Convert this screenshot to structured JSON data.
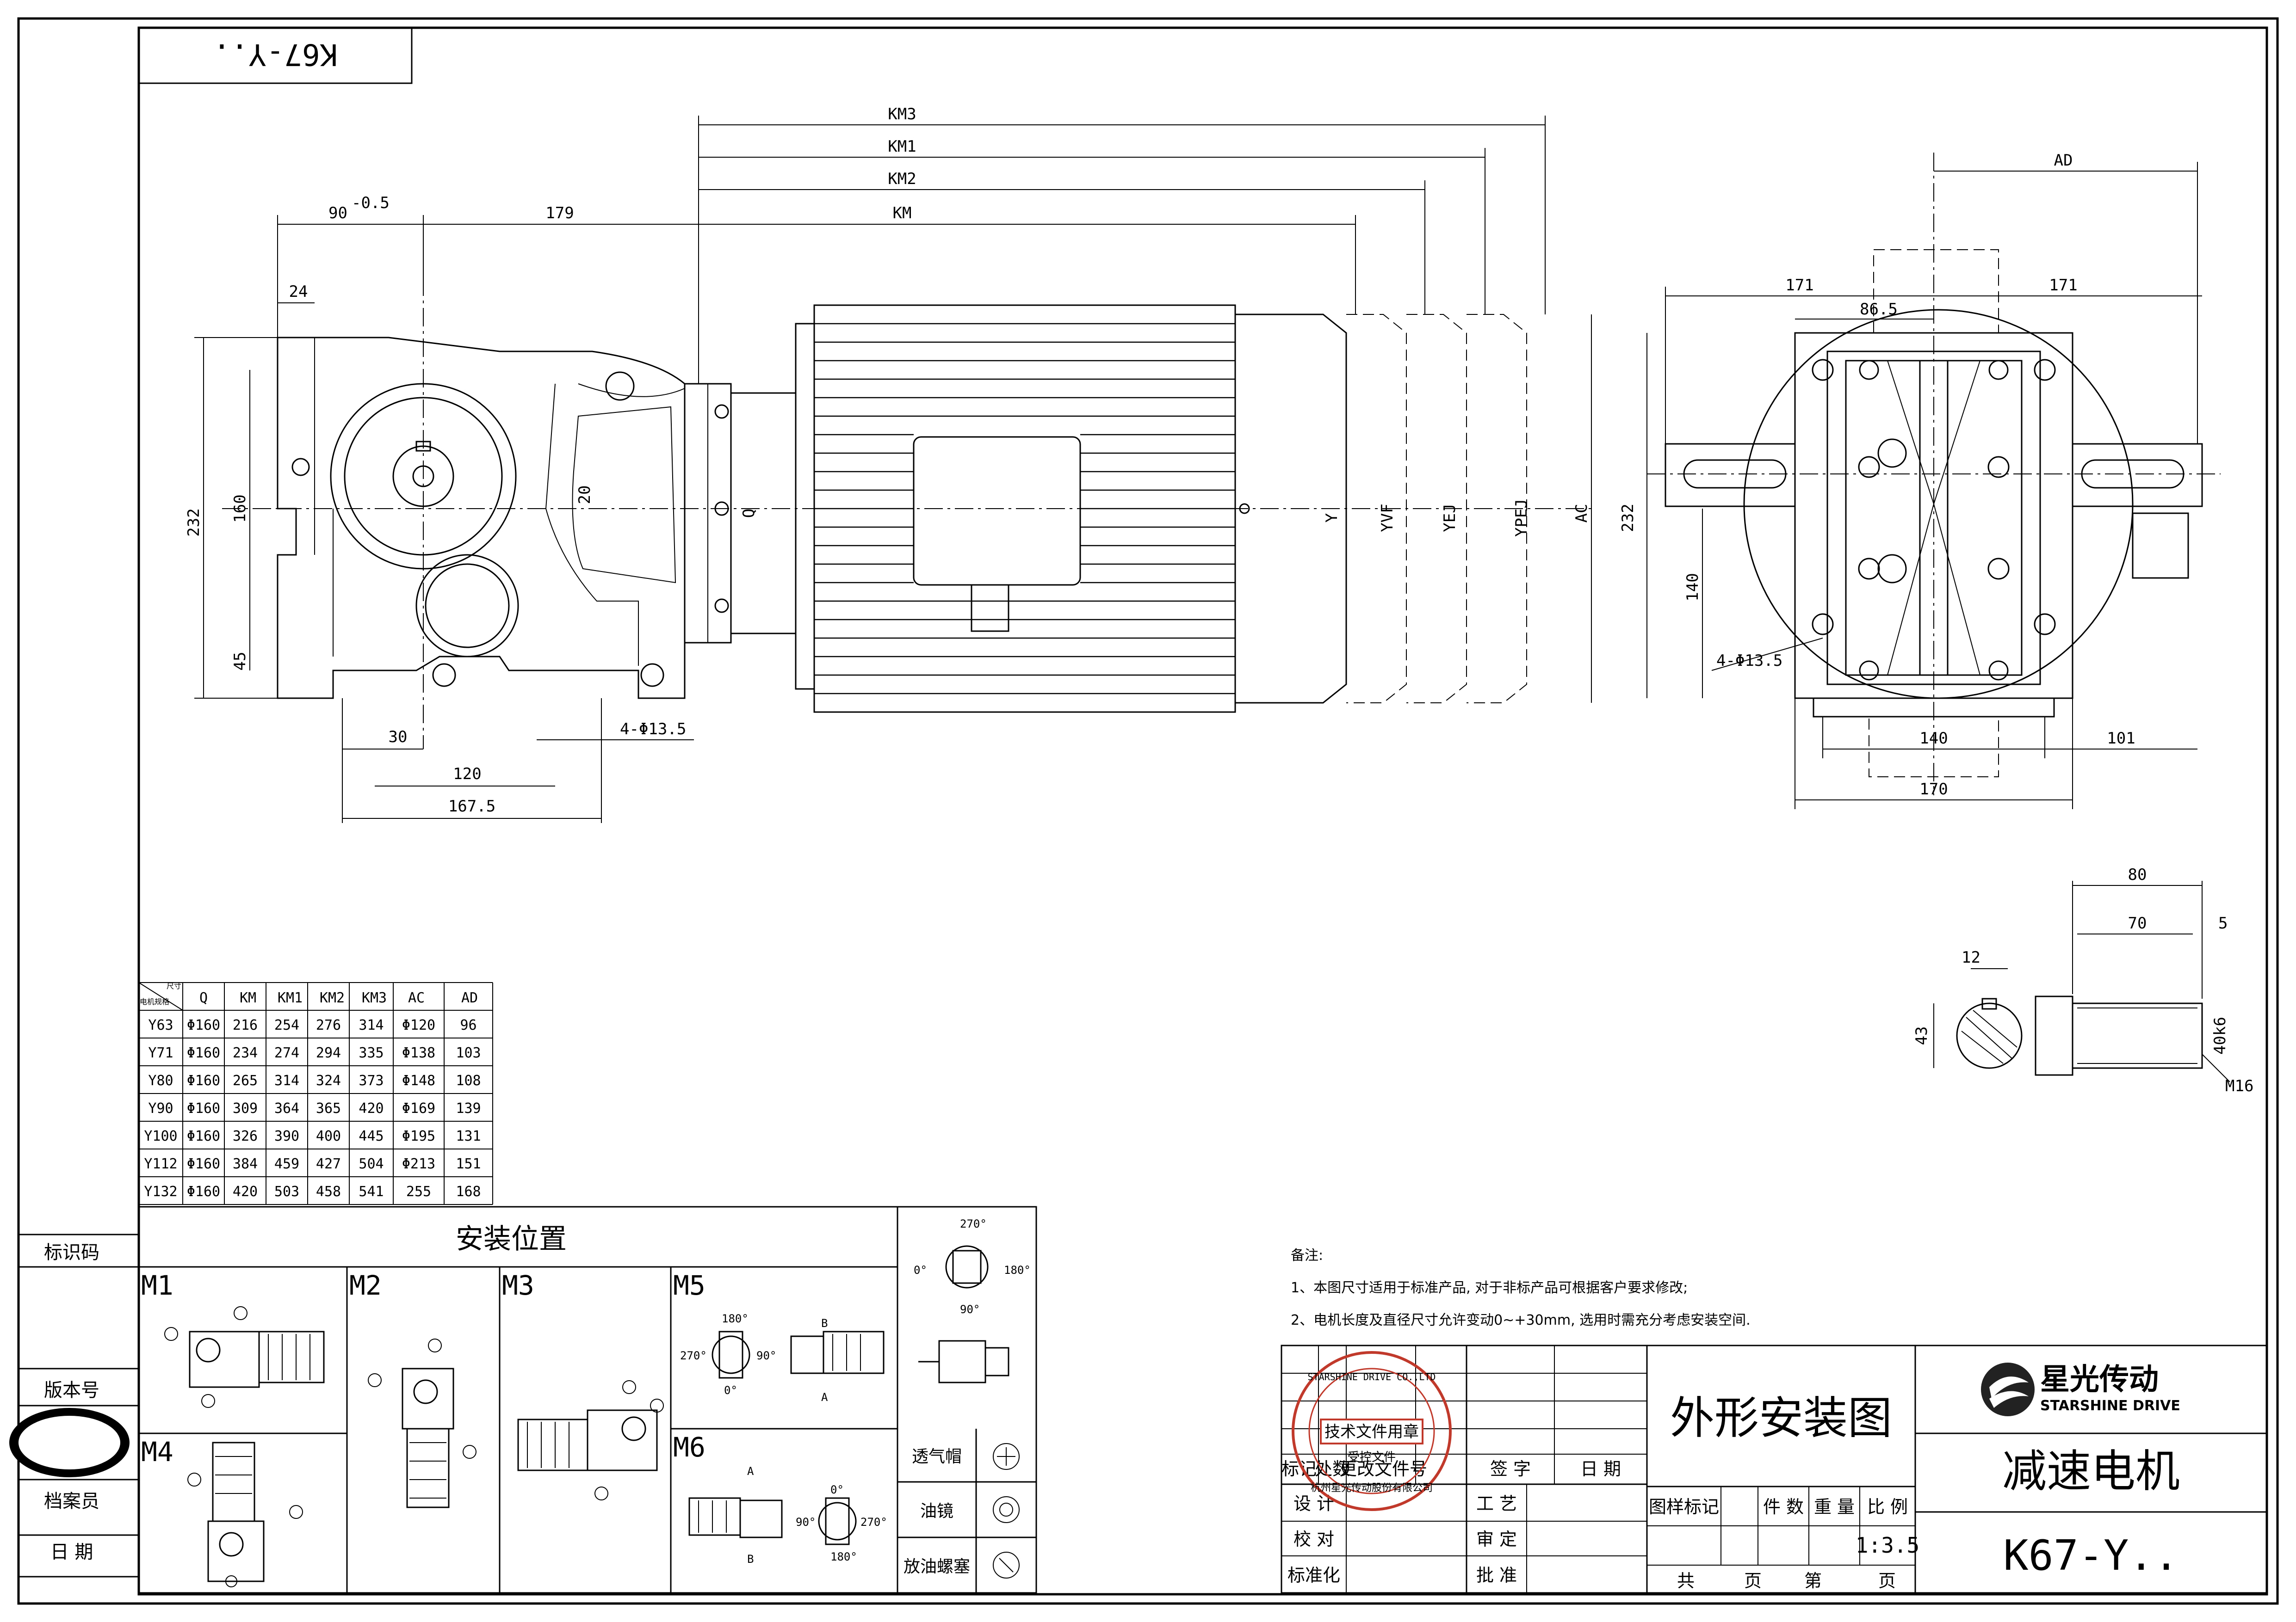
{
  "top_label": "K67-Y..",
  "dims": {
    "km3": "KM3",
    "km1": "KM1",
    "km2": "KM2",
    "km": "KM",
    "ad": "AD",
    "d90": "90",
    "d90_tol": "-0.5",
    "d179": "179",
    "d24": "24",
    "d232": "232",
    "d160": "160",
    "d45": "45",
    "d20": "20",
    "q": "Q",
    "y": "Y",
    "yvf": "YVF",
    "yej": "YEJ",
    "ypej": "YPEJ",
    "ac": "AC",
    "d30": "30",
    "d120": "120",
    "d167": "167.5",
    "hole4": "4-Φ13.5",
    "r171a": "171",
    "r171b": "171",
    "r865": "86.5",
    "r232": "232",
    "r140v": "140",
    "r140": "140",
    "r101": "101",
    "r170": "170",
    "rhole4": "4-Φ13.5",
    "s80": "80",
    "s70": "70",
    "s5": "5",
    "s12": "12",
    "s43": "43",
    "s40k6": "40k6",
    "m16": "M16"
  },
  "motor_table": {
    "corner_top": "尺寸",
    "corner_bottom": "电机规格",
    "headers": [
      "Q",
      "KM",
      "KM1",
      "KM2",
      "KM3",
      "AC",
      "AD"
    ],
    "rows": [
      [
        "Y63",
        "Φ160",
        "216",
        "254",
        "276",
        "314",
        "Φ120",
        "96"
      ],
      [
        "Y71",
        "Φ160",
        "234",
        "274",
        "294",
        "335",
        "Φ138",
        "103"
      ],
      [
        "Y80",
        "Φ160",
        "265",
        "314",
        "324",
        "373",
        "Φ148",
        "108"
      ],
      [
        "Y90",
        "Φ160",
        "309",
        "364",
        "365",
        "420",
        "Φ169",
        "139"
      ],
      [
        "Y100",
        "Φ160",
        "326",
        "390",
        "400",
        "445",
        "Φ195",
        "131"
      ],
      [
        "Y112",
        "Φ160",
        "384",
        "459",
        "427",
        "504",
        "Φ213",
        "151"
      ],
      [
        "Y132",
        "Φ160",
        "420",
        "503",
        "458",
        "541",
        "255",
        "168"
      ]
    ]
  },
  "mounting": {
    "title": "安装位置",
    "labels": [
      "M1",
      "M2",
      "M3",
      "M4",
      "M5",
      "M6"
    ],
    "m5_angles": [
      "180°",
      "270°",
      "90°",
      "0°"
    ],
    "m5_letters": [
      "B",
      "A"
    ],
    "m6_angles": [
      "0°",
      "90°",
      "270°",
      "180°"
    ],
    "m6_letters": [
      "A",
      "B"
    ],
    "icon_angles": [
      "270°",
      "0°",
      "180°",
      "90°"
    ],
    "legend": [
      "透气帽",
      "油镜",
      "放油螺塞"
    ]
  },
  "left_margin": [
    "标识码",
    "版本号",
    "档案员",
    "日 期"
  ],
  "notes": {
    "title": "备注:",
    "lines": [
      "1、本图尺寸适用于标准产品, 对于非标产品可根据客户要求修改;",
      "2、电机长度及直径尺寸允许变动0~+30mm, 选用时需充分考虑安装空间."
    ]
  },
  "stamp": {
    "ring": "STARSHINE DRIVE CO.,LTD",
    "center": "技术文件用章",
    "sub": "受控文件",
    "bottom": "杭州星光传动股份有限公司"
  },
  "title_block": {
    "drawing_name": "外形安装图",
    "product": "减速电机",
    "model": "K67-Y..",
    "scale": "1:3.5",
    "brand_cn": "星光传动",
    "brand_en": "STARSHINE DRIVE",
    "rev_headers": [
      "标记",
      "处数",
      "更改文件号",
      "签 字",
      "日 期"
    ],
    "row_labels": [
      "设 计",
      "校 对",
      "标准化"
    ],
    "mid_labels": [
      "工 艺",
      "审 定",
      "批 准"
    ],
    "info_headers": [
      "图样标记",
      "件 数",
      "重 量",
      "比 例"
    ],
    "sheet": [
      "共",
      "页",
      "第",
      "页"
    ]
  },
  "colors": {
    "line": "#000000",
    "stamp": "#c0392b",
    "paper": "#ffffff"
  }
}
